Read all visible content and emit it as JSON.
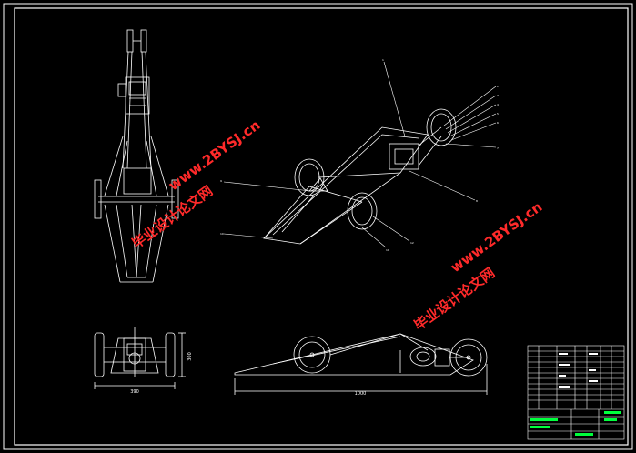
{
  "colors": {
    "background": "#000000",
    "lines": "#ffffff",
    "watermark": "#ff2a2a",
    "title_block_accent": "#00ff3c",
    "title_block_text": "#ffffff"
  },
  "watermarks": [
    {
      "cn": "毕业设计论文网",
      "url": "www.2BYSJ.cn"
    },
    {
      "cn": "毕业设计论文网",
      "url": "www.2BYSJ.cn"
    },
    {
      "cn": "毕业设计论文网",
      "url": "www.2BYSJ.cn"
    }
  ],
  "dimensions": {
    "front_width": "390",
    "front_height": "300",
    "side_length": "1000"
  },
  "balloons": [
    "1",
    "2",
    "3",
    "4",
    "5",
    "6",
    "7",
    "8",
    "9",
    "10",
    "11",
    "12"
  ]
}
